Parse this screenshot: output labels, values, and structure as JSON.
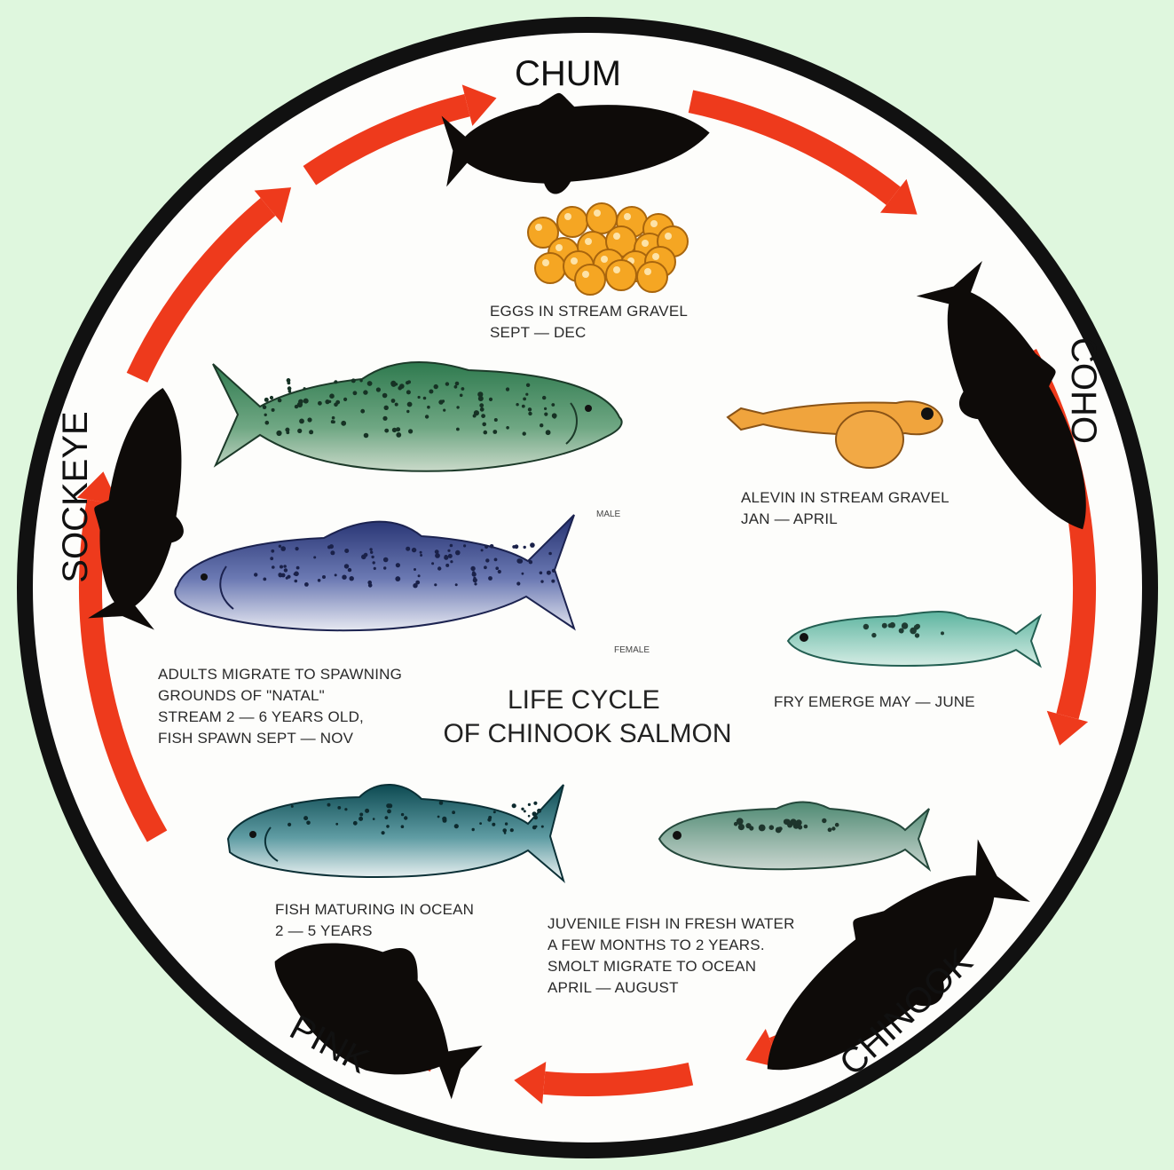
{
  "colors": {
    "background": "#dff7de",
    "ring_arrow": "#ee3a1c",
    "circle_border": "#111111",
    "circle_fill": "#fdfdfb",
    "egg": "#f5a623"
  },
  "species": [
    "CHUM",
    "COHO",
    "CHINOOK",
    "PINK",
    "SOCKEYE"
  ],
  "title": {
    "line1": "LIFE CYCLE",
    "line2": "OF CHINOOK SALMON"
  },
  "stages": {
    "eggs": {
      "icon": "egg-cluster",
      "lines": [
        "EGGS IN STREAM GRAVEL",
        "SEPT — DEC"
      ]
    },
    "alevin": {
      "icon": "alevin-fish",
      "lines": [
        "ALEVIN IN STREAM GRAVEL",
        "JAN — APRIL"
      ]
    },
    "fry": {
      "icon": "fry-fish",
      "lines": [
        "FRY EMERGE MAY — JUNE"
      ]
    },
    "juvenile": {
      "icon": "juvenile-fish",
      "lines": [
        "JUVENILE FISH IN FRESH WATER",
        "A FEW MONTHS TO 2 YEARS.",
        "SMOLT MIGRATE TO OCEAN",
        "APRIL — AUGUST"
      ]
    },
    "ocean": {
      "icon": "ocean-fish",
      "lines": [
        "FISH MATURING IN OCEAN",
        "2 — 5 YEARS"
      ]
    },
    "adults": {
      "icon": "spawning-fish",
      "lines": [
        "ADULTS MIGRATE TO SPAWNING",
        "GROUNDS OF \"NATAL\"",
        "STREAM  2 — 6 YEARS OLD,",
        "FISH SPAWN SEPT — NOV"
      ]
    }
  },
  "adult_labels": {
    "male": "MALE",
    "female": "FEMALE"
  }
}
